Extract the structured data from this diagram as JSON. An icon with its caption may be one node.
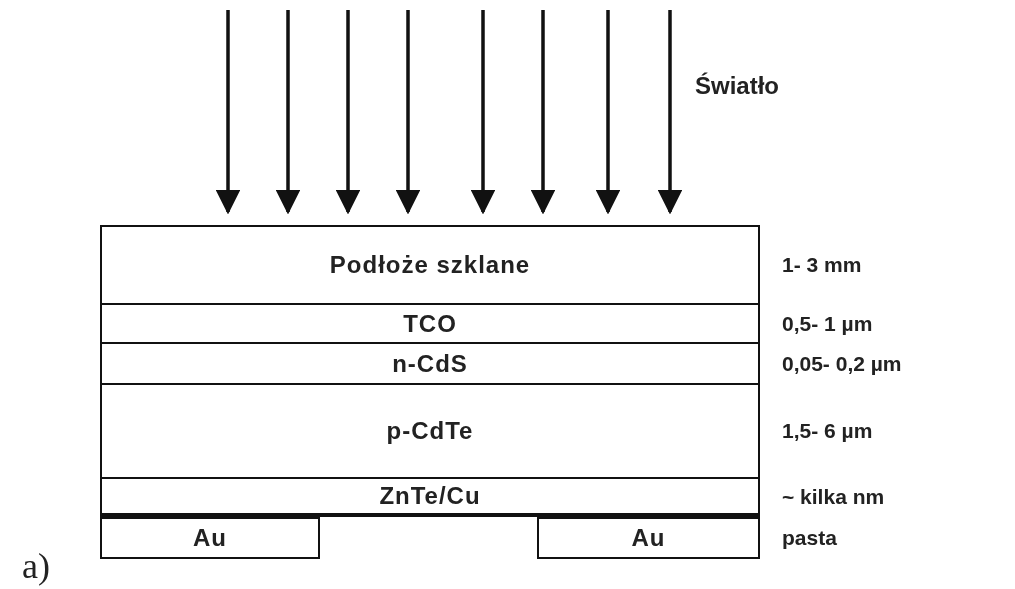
{
  "diagram": {
    "nodes": [
      {
        "text": [
          "Podłoże szklane"
        ],
        "beside": [
          "1- 3 mm"
        ]
      },
      {
        "text": [
          "TCO"
        ],
        "beside": [
          "0,5- 1 µm"
        ]
      },
      {
        "text": [
          "n-CdS"
        ],
        "beside": [
          "0,05- 0,2 µm"
        ]
      },
      {
        "text": [
          "p-CdTe"
        ],
        "beside": [
          "1,5- 6 µm"
        ]
      },
      {
        "text": [
          "ZnTe/Cu"
        ],
        "beside": [
          "~ kilka nm"
        ]
      },
      {
        "text": [
          "Au"
        ]
      },
      {
        "text": [
          "Au"
        ],
        "beside": [
          "pasta"
        ]
      }
    ],
    "edges": [],
    "labels": [
      "Światło",
      "a)"
    ]
  }
}
